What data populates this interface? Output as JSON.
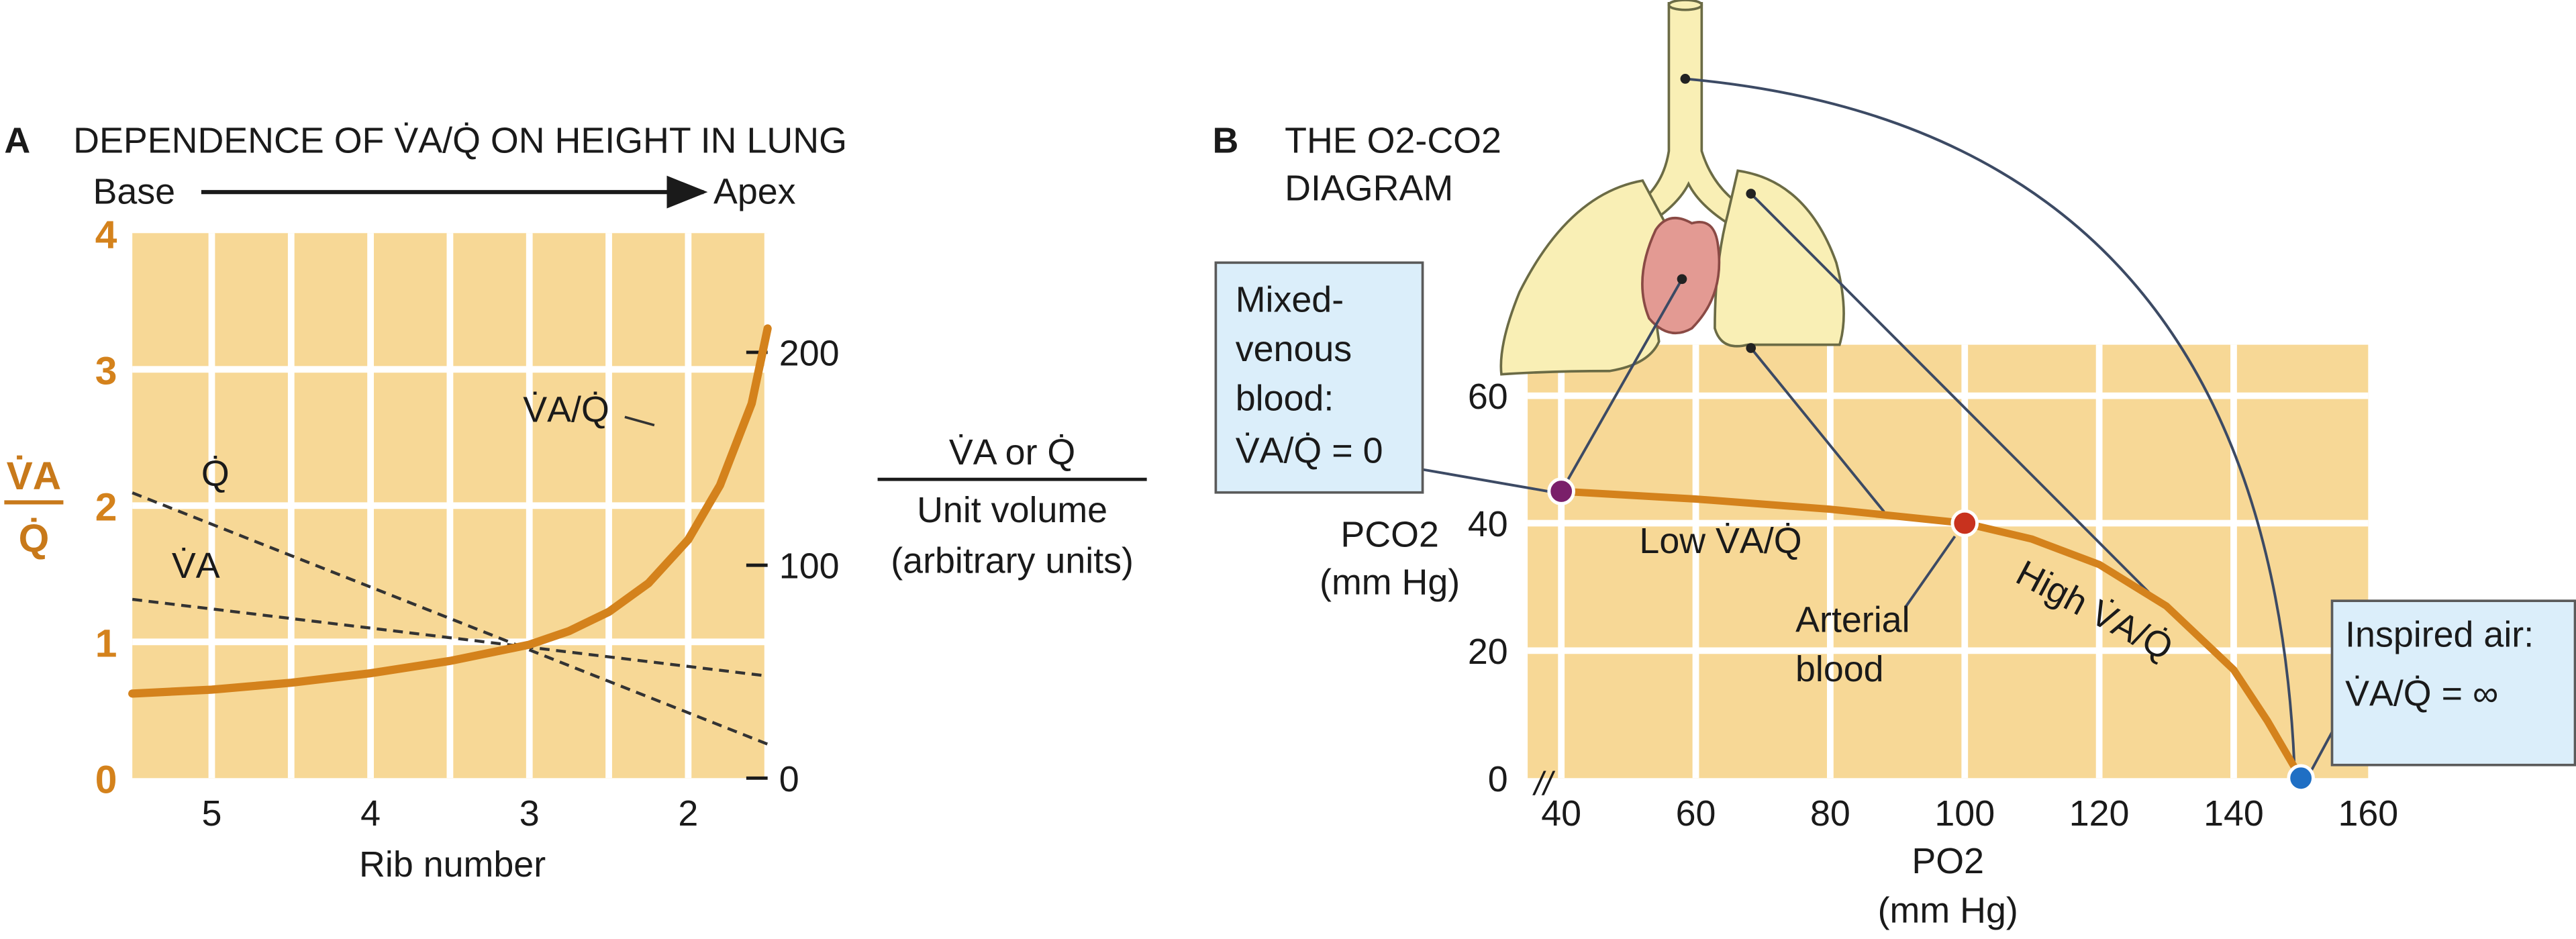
{
  "panel_a": {
    "letter": "A",
    "title": "DEPENDENCE OF V̇A/Q̇ ON HEIGHT IN LUNG",
    "base_label": "Base",
    "apex_label": "Apex",
    "left_axis_label_num": "V̇A",
    "left_axis_label_den": "Q̇",
    "right_axis_label_top": "V̇A or Q̇",
    "right_axis_label_mid": "Unit volume",
    "right_axis_label_bot": "(arbitrary units)",
    "xlabel": "Rib number",
    "curve_labels": {
      "vaq": "V̇A/Q̇",
      "q": "Q̇",
      "va": "V̇A"
    }
  },
  "panel_b": {
    "letter": "B",
    "title_line1": "THE O2-CO2",
    "title_line2": "DIAGRAM",
    "ylabel_line1": "PCO2",
    "ylabel_line2": "(mm Hg)",
    "xlabel_line1": "PO2",
    "xlabel_line2": "(mm Hg)",
    "axis_break": "//",
    "mixed_venous": {
      "l1": "Mixed-",
      "l2": "venous",
      "l3": "blood:",
      "l4": "V̇A/Q̇ = 0"
    },
    "inspired": {
      "l1": "Inspired air:",
      "l2": "V̇A/Q̇ = ∞"
    },
    "arterial": {
      "l1": "Arterial",
      "l2": "blood"
    },
    "low_label": "Low V̇A/Q̇",
    "high_label": "High V̇A/Q̇"
  },
  "colors": {
    "plot_bg": "#f7d896",
    "accent_orange": "#d4821c",
    "lung": "#f9efb5",
    "heart": "#e39a93",
    "callout_bg": "#dbeefa",
    "mixed_venous_point": "#7a1f6a",
    "arterial_point": "#c8321e",
    "inspired_point": "#1f6fc4"
  },
  "chart_data": [
    {
      "type": "line",
      "panel": "A",
      "xlabel": "Rib number",
      "x_ticks": [
        5,
        4,
        3,
        2
      ],
      "xlim": [
        5.5,
        1.5
      ],
      "left_ylim": [
        0,
        4
      ],
      "left_ticks": [
        "0",
        "1",
        "2",
        "3",
        "4"
      ],
      "right_ylim": [
        0,
        256
      ],
      "right_ticks": [
        "0",
        "100",
        "200"
      ],
      "grid": true,
      "series": [
        {
          "name": "V̇A/Q̇",
          "axis": "left",
          "style": "solid",
          "x": [
            5.5,
            5.0,
            4.5,
            4.0,
            3.5,
            3.0,
            2.75,
            2.5,
            2.25,
            2.0,
            1.8,
            1.6,
            1.5
          ],
          "y": [
            0.62,
            0.65,
            0.7,
            0.77,
            0.86,
            0.98,
            1.08,
            1.22,
            1.43,
            1.75,
            2.15,
            2.75,
            3.3
          ]
        },
        {
          "name": "Q̇",
          "axis": "right",
          "style": "dashed",
          "x": [
            5.5,
            1.5
          ],
          "y": [
            134,
            16
          ]
        },
        {
          "name": "V̇A",
          "axis": "right",
          "style": "dashed",
          "x": [
            5.5,
            1.5
          ],
          "y": [
            84,
            48
          ]
        }
      ]
    },
    {
      "type": "line",
      "panel": "B",
      "xlim": [
        35,
        160
      ],
      "ylim": [
        0,
        68
      ],
      "x_ticks": [
        40,
        60,
        80,
        100,
        120,
        140,
        160
      ],
      "y_ticks": [
        0,
        20,
        40,
        60
      ],
      "grid": true,
      "series": [
        {
          "name": "V̇A/Q̇ line",
          "style": "solid",
          "x": [
            40,
            60,
            80,
            100,
            110,
            120,
            130,
            140,
            145,
            150
          ],
          "y": [
            45,
            43.8,
            42.2,
            40,
            37.5,
            33.5,
            27,
            17,
            9,
            0
          ]
        }
      ],
      "points": [
        {
          "label": "Mixed-venous blood",
          "x": 40,
          "y": 45
        },
        {
          "label": "Arterial blood",
          "x": 100,
          "y": 40
        },
        {
          "label": "Inspired air",
          "x": 150,
          "y": 0
        }
      ]
    }
  ]
}
